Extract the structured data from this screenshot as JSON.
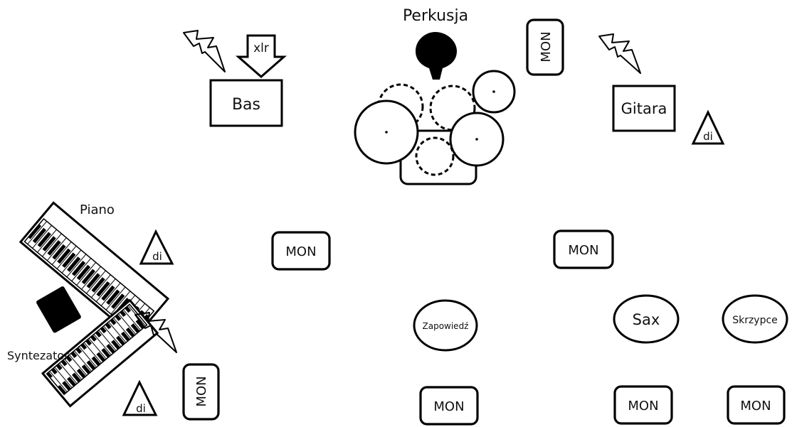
{
  "title": "Perkusja",
  "instruments": {
    "bass": "Bas",
    "guitar": "Gitara",
    "piano": "Piano",
    "synth": "Syntezator",
    "announcer": "Zapowiedź",
    "sax": "Sax",
    "violin": "Skrzypce"
  },
  "connectors": {
    "xlr": "xlr",
    "di": "di"
  },
  "monitor_label": "MON",
  "colors": {
    "stroke": "#000000",
    "background": "#ffffff"
  }
}
